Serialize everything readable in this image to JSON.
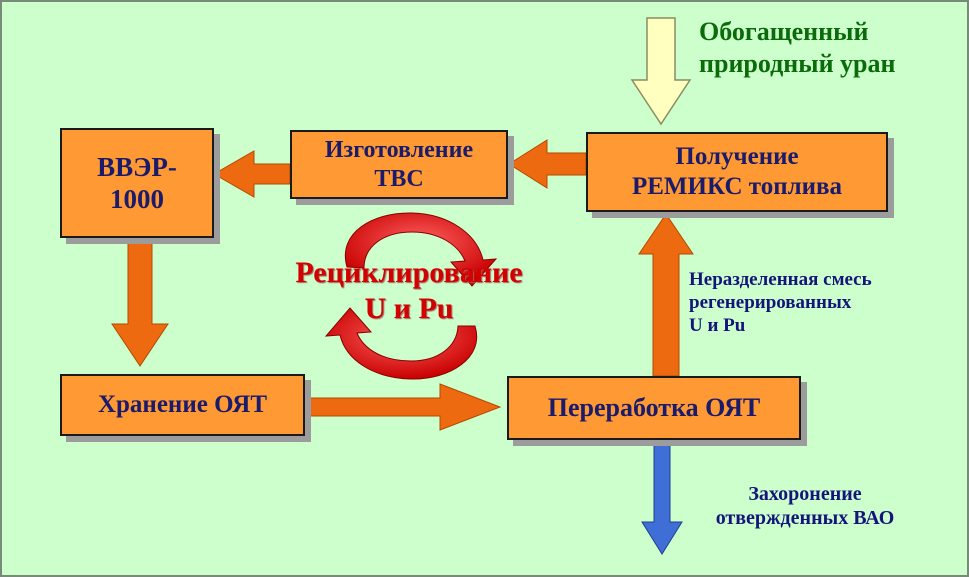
{
  "boxes": {
    "reactor": {
      "line1": "ВВЭР-",
      "line2": "1000"
    },
    "fabrication": {
      "line1": "Изготовление",
      "line2": "ТВС"
    },
    "remix": {
      "line1": "Получение",
      "line2": "РЕМИКС топлива"
    },
    "storage": {
      "label": "Хранение ОЯТ"
    },
    "reprocessing": {
      "label": "Переработка ОЯТ"
    }
  },
  "labels": {
    "enriched_uranium": {
      "line1": "Обогащенный",
      "line2": "природный уран"
    },
    "recycling": {
      "line1": "Рециклирование",
      "line2": "U и Pu"
    },
    "mixture": {
      "line1": "Неразделенная смесь",
      "line2": "регенерированных",
      "line3": "U и Pu"
    },
    "disposal": {
      "line1": "Захоронение",
      "line2": "отвержденных ВАО"
    }
  },
  "colors": {
    "background": "#ccffcc",
    "box_fill": "#ff9933",
    "box_text": "#1b1b6b",
    "flow_arrow": "#ee6a10",
    "input_arrow": "#ffffc0",
    "disposal_arrow": "#3f6fd6",
    "recycle_arrow": "#e01010",
    "green_text": "#0b6b0b",
    "navy_text": "#14147a",
    "red_text": "#d20000"
  }
}
